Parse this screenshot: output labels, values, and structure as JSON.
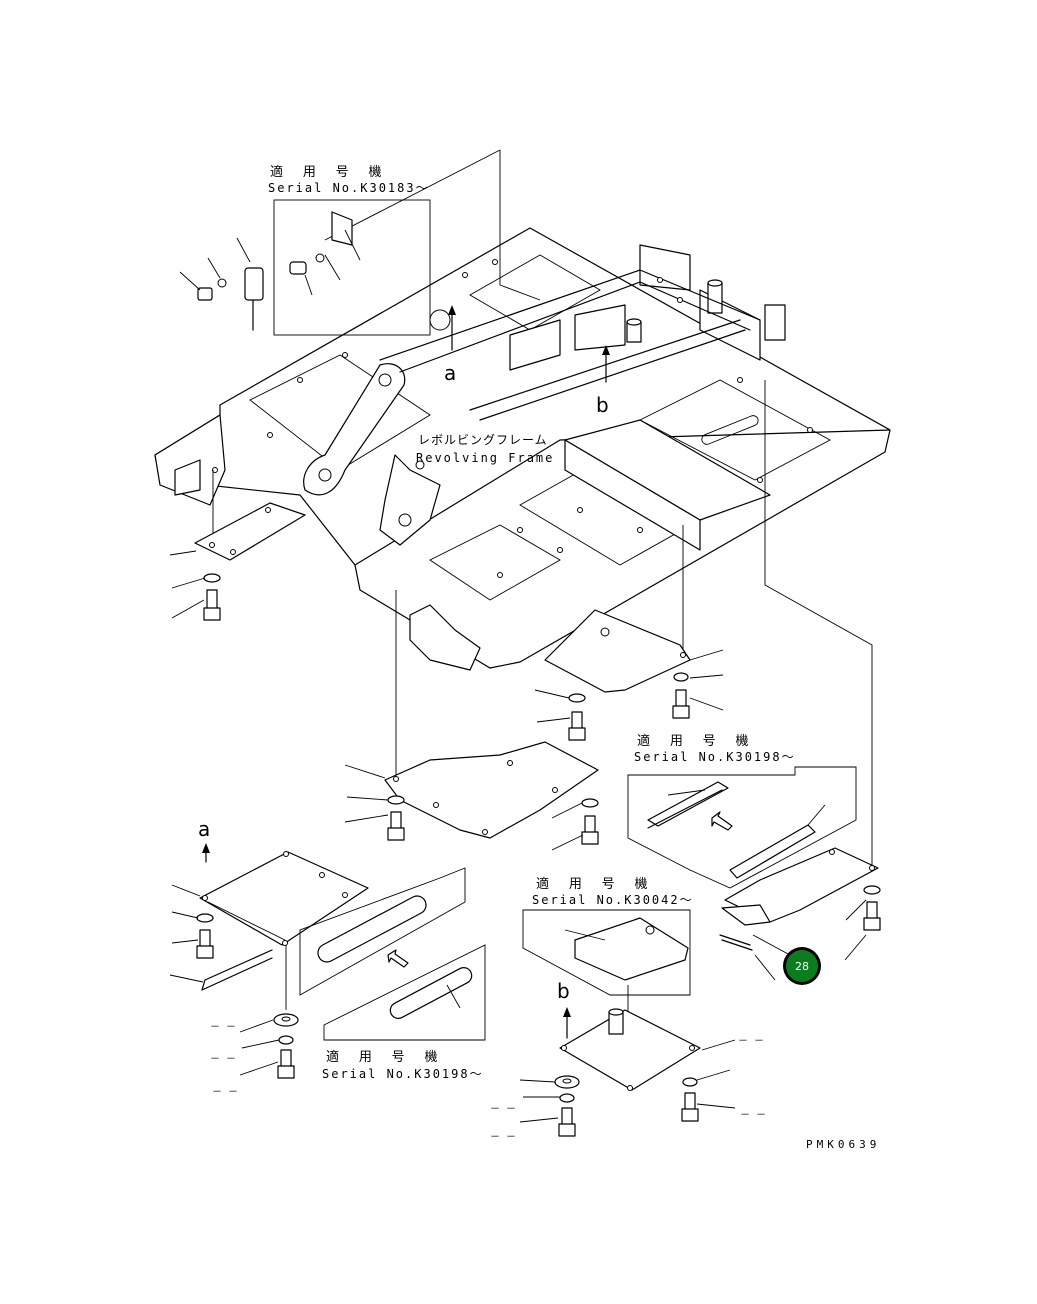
{
  "frame_label": {
    "jp": "レボルビングフレーム",
    "en": "Revolving Frame"
  },
  "serial_notes": [
    {
      "jp": "適 用 号 機",
      "en": "Serial No.K30183～"
    },
    {
      "jp": "適 用 号 機",
      "en": "Serial No.K30198～"
    },
    {
      "jp": "適 用 号 機",
      "en": "Serial No.K30042～"
    },
    {
      "jp": "適 用 号 機",
      "en": "Serial No.K30198～"
    }
  ],
  "view_markers": {
    "a": "a",
    "b": "b"
  },
  "callout_blank": "－ －",
  "part_badge": {
    "number": "28",
    "color": "#0b7d1e"
  },
  "drawing_code": "PMK0639"
}
